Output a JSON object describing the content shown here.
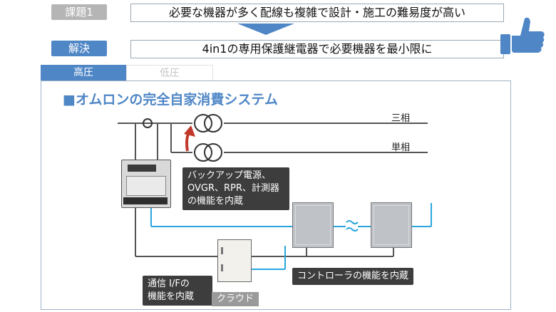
{
  "header": {
    "issue_label": "課題1",
    "issue_text": "必要な機器が多く配線も複雑で設計・施工の難易度が高い",
    "solution_label": "解決",
    "solution_text": "4in1の専用保護継電器で必要機器を最小限に"
  },
  "tabs": [
    {
      "label": "高圧",
      "active": true
    },
    {
      "label": "低圧",
      "active": false
    }
  ],
  "panel": {
    "title": "■オムロンの完全自家消費システム"
  },
  "diagram": {
    "line_three_phase": "三相",
    "line_single_phase": "単相",
    "relay_callout": [
      "バックアップ電源、",
      "OVGR、RPR、計測器",
      "の機能を内蔵"
    ],
    "comm_callout": [
      "通信 I/Fの",
      "機能を内蔵"
    ],
    "controller_callout": "コントローラの機能を内蔵",
    "cloud_label": "クラウド"
  },
  "colors": {
    "accent_blue": "#4f86c6",
    "label_gray": "#b5b5b5",
    "wire_gray": "#555555",
    "signal_blue": "#2aa6de",
    "arrow_red": "#c0392b",
    "callout_bg": "#3d3d3d"
  },
  "icons": [
    "thumbs-up-icon",
    "down-arrow-icon",
    "transformer-icon",
    "current-sensor-icon",
    "curved-arrow-icon",
    "wave-break-icon"
  ]
}
